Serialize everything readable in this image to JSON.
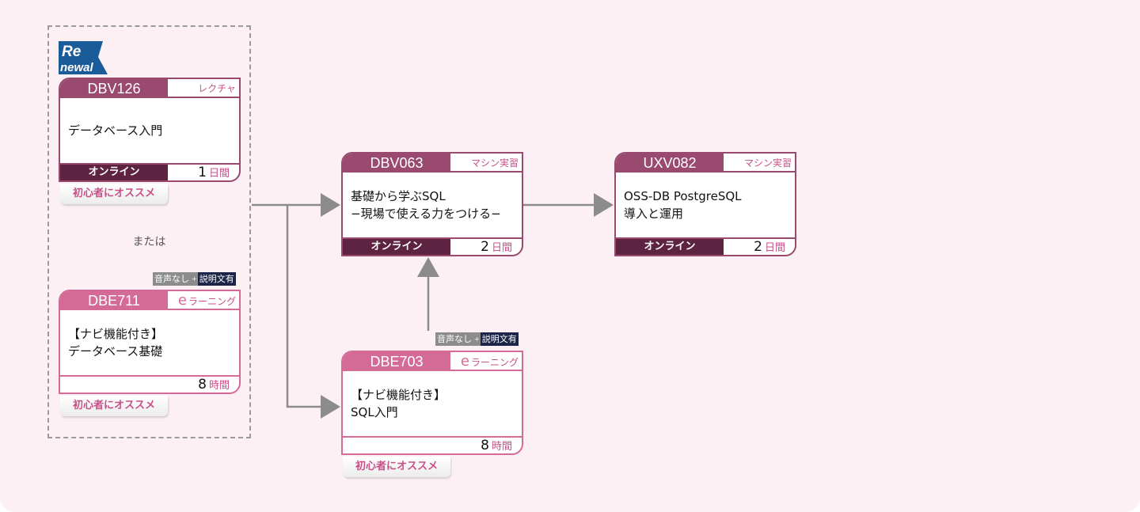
{
  "renewal_badge": {
    "line1": "Re",
    "line2": "newal"
  },
  "or_label": "または",
  "audio_badge": {
    "no_audio": "音声なし",
    "plus": "+",
    "captions": "説明文有"
  },
  "recommend_label": "初心者にオススメ",
  "colors": {
    "lecture_header": "#9a4a6e",
    "elearning_header": "#d46b96",
    "mode_footer": "#5e2340",
    "accent_text": "#c84f88",
    "background": "#fcf0f4",
    "arrow": "#8c8c8c"
  },
  "courses": {
    "dbv126": {
      "code": "DBV126",
      "type": "レクチャ",
      "title_lines": [
        "データベース入門"
      ],
      "mode": "オンライン",
      "duration": "1",
      "unit": "日間",
      "recommended": true
    },
    "dbe711": {
      "code": "DBE711",
      "type_prefix": "e",
      "type": "ラーニング",
      "title_lines": [
        "【ナビ機能付き】",
        "データベース基礎"
      ],
      "duration": "8",
      "unit": "時間",
      "recommended": true
    },
    "dbv063": {
      "code": "DBV063",
      "type": "マシン実習",
      "title_lines": [
        "基礎から学ぶSQL",
        "−現場で使える力をつける−"
      ],
      "mode": "オンライン",
      "duration": "2",
      "unit": "日間",
      "recommended": false
    },
    "uxv082": {
      "code": "UXV082",
      "type": "マシン実習",
      "title_lines": [
        "OSS-DB PostgreSQL",
        "導入と運用"
      ],
      "mode": "オンライン",
      "duration": "2",
      "unit": "日間",
      "recommended": false
    },
    "dbe703": {
      "code": "DBE703",
      "type_prefix": "e",
      "type": "ラーニング",
      "title_lines": [
        "【ナビ機能付き】",
        "SQL入門"
      ],
      "duration": "8",
      "unit": "時間",
      "recommended": true
    }
  }
}
